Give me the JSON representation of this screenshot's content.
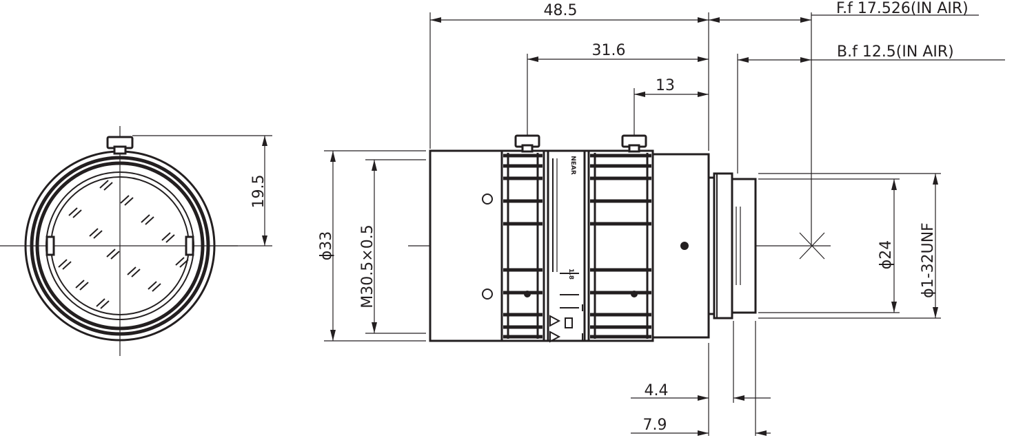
{
  "drawing": {
    "ink_color": "#231f20",
    "background": "#ffffff"
  },
  "dimensions": {
    "overall_length": "48.5",
    "to_focus_ring": "31.6",
    "to_iris_ring": "13",
    "flange_focal": "F.f 17.526(IN AIR)",
    "back_focal": "B.f 12.5(IN AIR)",
    "screw_height": "19.5",
    "outer_diameter": "ϕ33",
    "filter_thread": "M30.5×0.5",
    "mount_diameter": "ϕ24",
    "mount_thread": "ϕ1-32UNF",
    "mount_length": "4.4",
    "rear_length": "7.9"
  },
  "lens_markings": {
    "iris_value": "1.8",
    "top_mark": "NEAR"
  }
}
